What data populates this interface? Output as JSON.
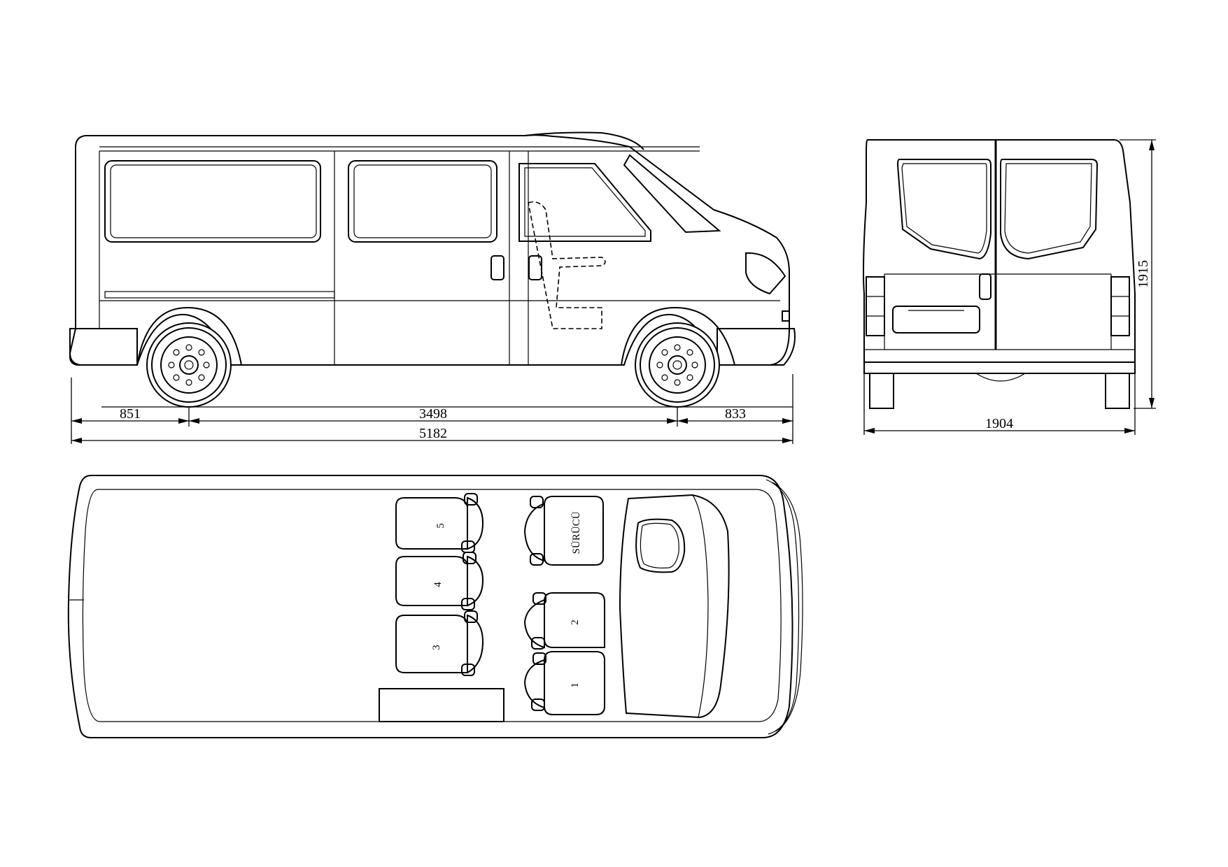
{
  "dimensions": {
    "front_overhang": "851",
    "wheelbase": "3498",
    "rear_overhang": "833",
    "overall_length": "5182",
    "width": "1904",
    "height": "1915"
  },
  "seats": {
    "driver": "SÜRÜCÜ",
    "seat_1": "1",
    "seat_2": "2",
    "seat_3": "3",
    "seat_4": "4",
    "seat_5": "5"
  }
}
